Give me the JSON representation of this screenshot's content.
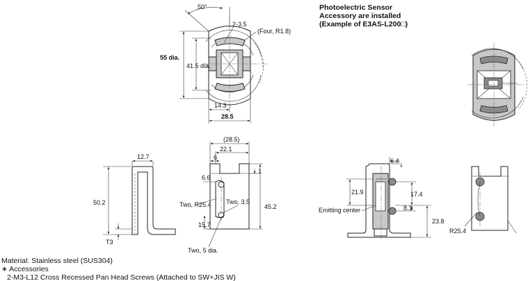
{
  "title_lines": [
    "Photoelectric Sensor",
    "Accessory are installed",
    "(Example of E3AS-L200□)"
  ],
  "top_view": {
    "angle": "50°",
    "hole": "2-3.5",
    "radius_note": "(Four, R1.8)",
    "outer_dia": "55 dia.",
    "inner_dia": "41.5 dia.",
    "offset": "14.3",
    "width": "28.5"
  },
  "side_view": {
    "height": "50.2",
    "top_width": "12.7",
    "thickness": "T3"
  },
  "front_view": {
    "overall_width": "(28.5)",
    "width_22": "22.1",
    "tab": "6",
    "one": "1",
    "dim_66": "6.6",
    "radius": "Two, R25.4",
    "hole": "Two, 3.5",
    "height": "45.2",
    "dim_157": "15.7",
    "dia": "Two, 5 dia."
  },
  "installed_view": {
    "dim_64": "6.4",
    "star": "*",
    "dim_219": "21.9",
    "dim_174": "17.4",
    "emitting_center": "Emitting center",
    "dim_81": "8.1",
    "dim_238": "23.8",
    "radius": "R25.4"
  },
  "notes": {
    "material": "Material: Stainless steel (SUS304)",
    "accessories": "∗ Accessories",
    "screws": "2-M3-L12 Cross Recessed Pan Head Screws (Attached to SW+JIS W)"
  }
}
